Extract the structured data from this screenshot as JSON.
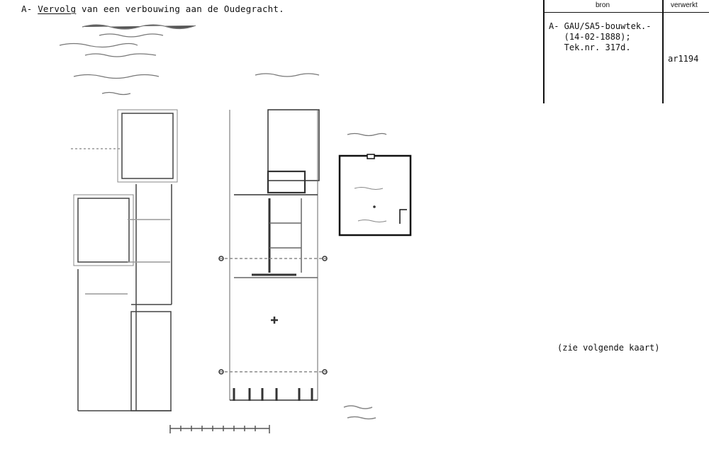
{
  "caption": {
    "prefix": "A- ",
    "underlined": "Vervolg",
    "rest": " van een verbouwing aan de Oudegracht."
  },
  "table": {
    "header_source": "bron",
    "header_processed": "verwerkt",
    "source_lines": [
      "A- GAU/SA5-bouwtek.-",
      "   (14-02-1888);",
      "   Tek.nr. 317d."
    ],
    "processed_value": "ar1194"
  },
  "note": "(zie volgende kaart)"
}
